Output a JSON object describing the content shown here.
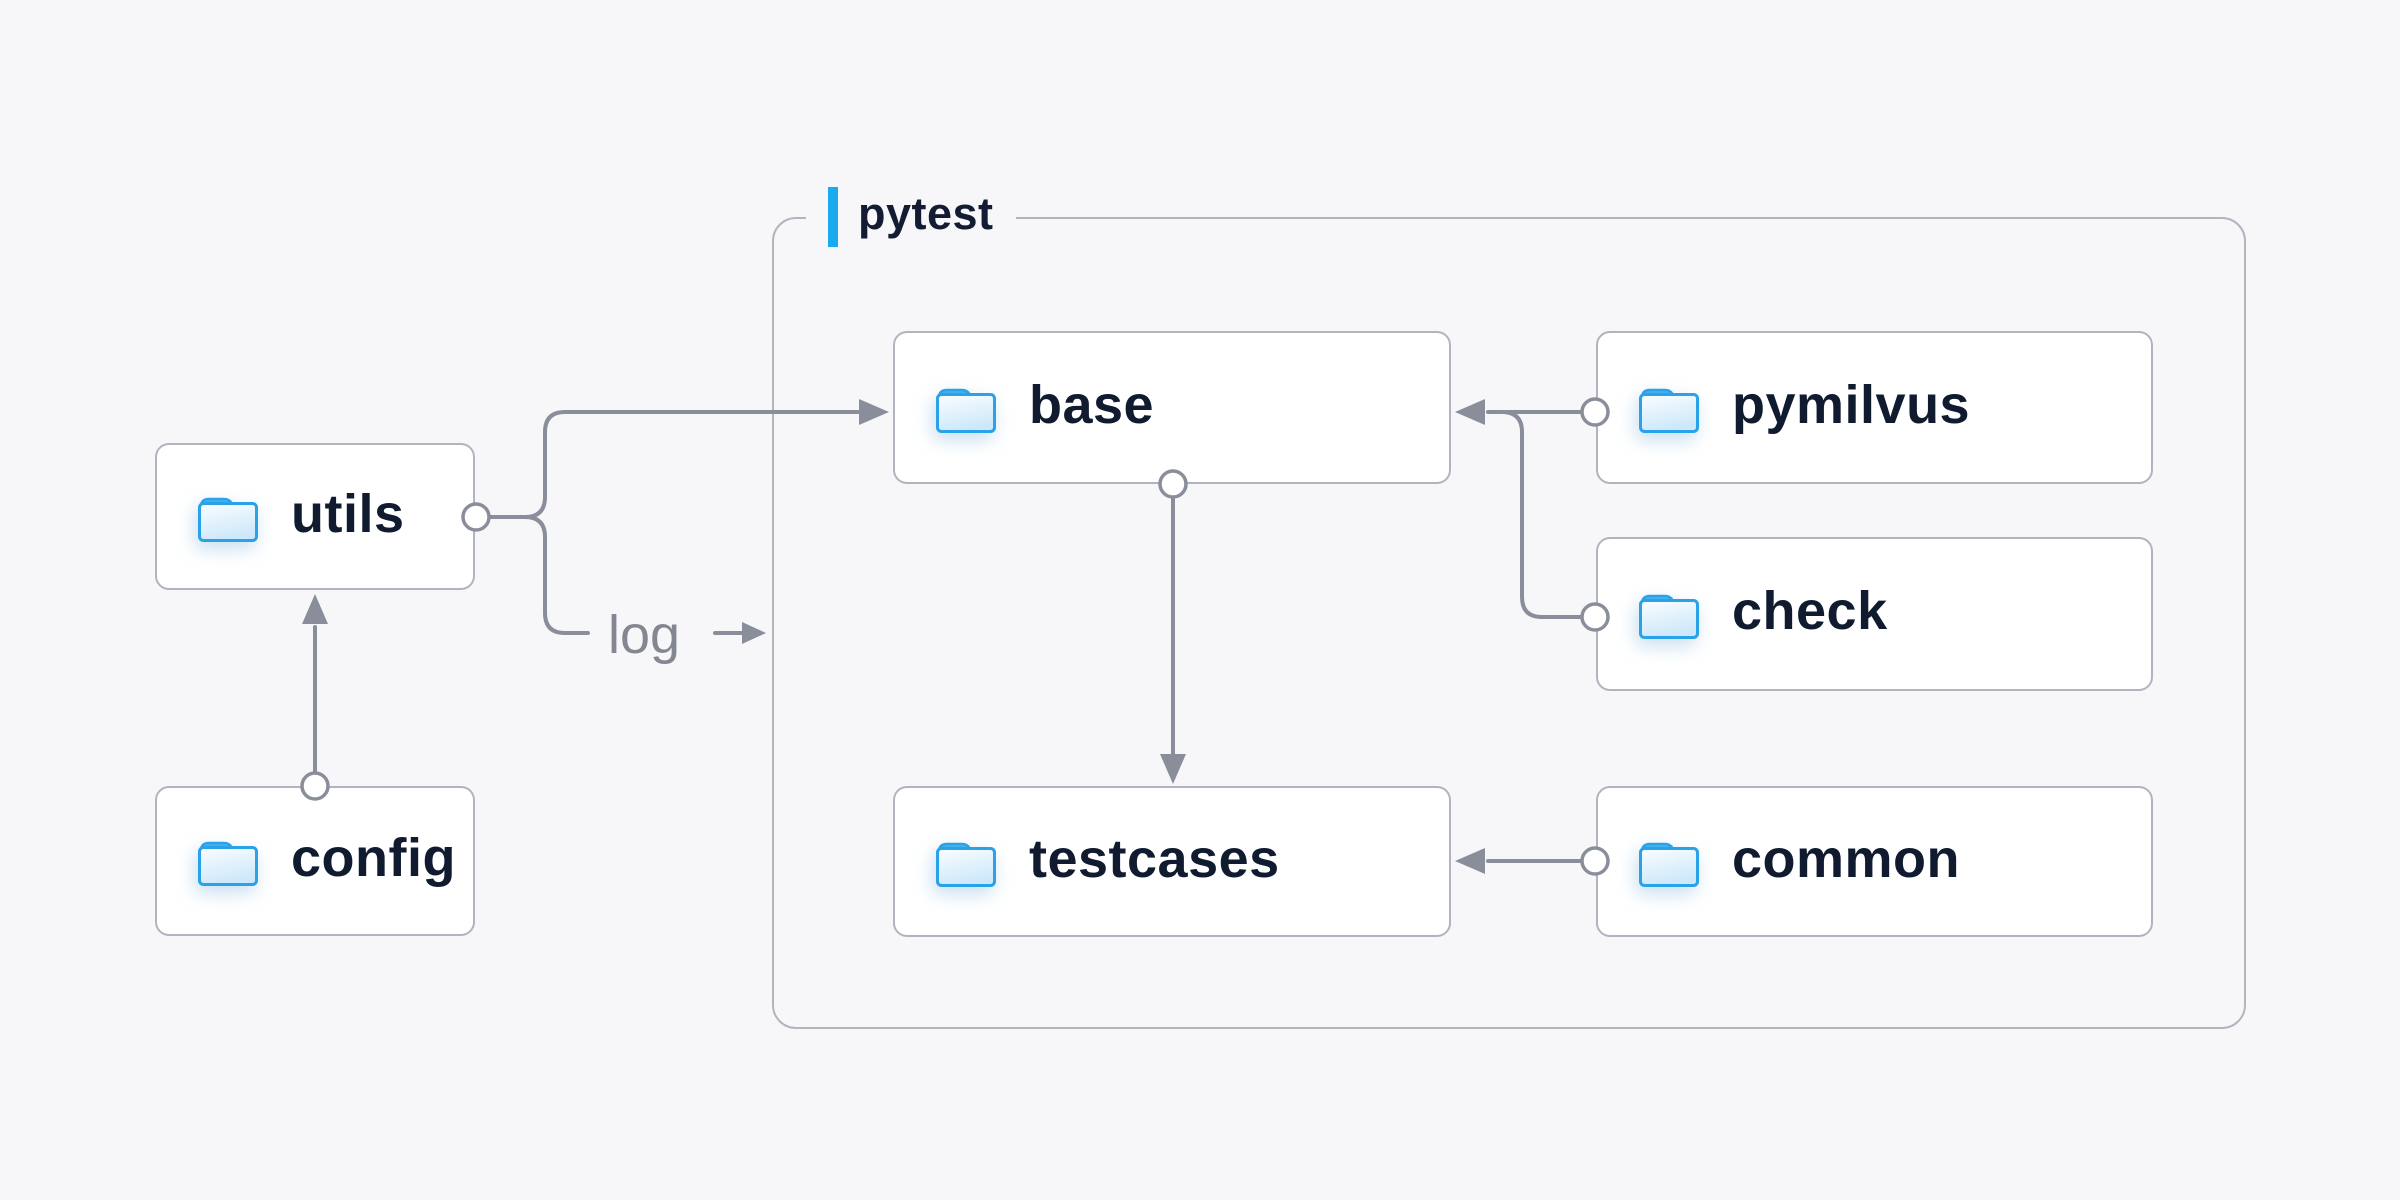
{
  "diagram": {
    "container_label": "pytest",
    "edge_label": "log",
    "nodes": {
      "utils": {
        "label": "utils"
      },
      "config": {
        "label": "config"
      },
      "base": {
        "label": "base"
      },
      "pymilvus": {
        "label": "pymilvus"
      },
      "check": {
        "label": "check"
      },
      "testcases": {
        "label": "testcases"
      },
      "common": {
        "label": "common"
      }
    },
    "edges": [
      {
        "from": "config",
        "to": "utils"
      },
      {
        "from": "utils",
        "to": "base"
      },
      {
        "from": "utils",
        "to": "log",
        "label": "log"
      },
      {
        "from": "pymilvus",
        "to": "base"
      },
      {
        "from": "check",
        "to": "base"
      },
      {
        "from": "base",
        "to": "testcases"
      },
      {
        "from": "common",
        "to": "testcases"
      }
    ],
    "colors": {
      "background": "#f7f7f9",
      "accent_blue": "#19aaf0",
      "folder_blue": "#2aa2e7",
      "text_navy": "#101b30",
      "connector_gray": "#8a8e9a",
      "node_border": "#b1b4bf"
    }
  }
}
